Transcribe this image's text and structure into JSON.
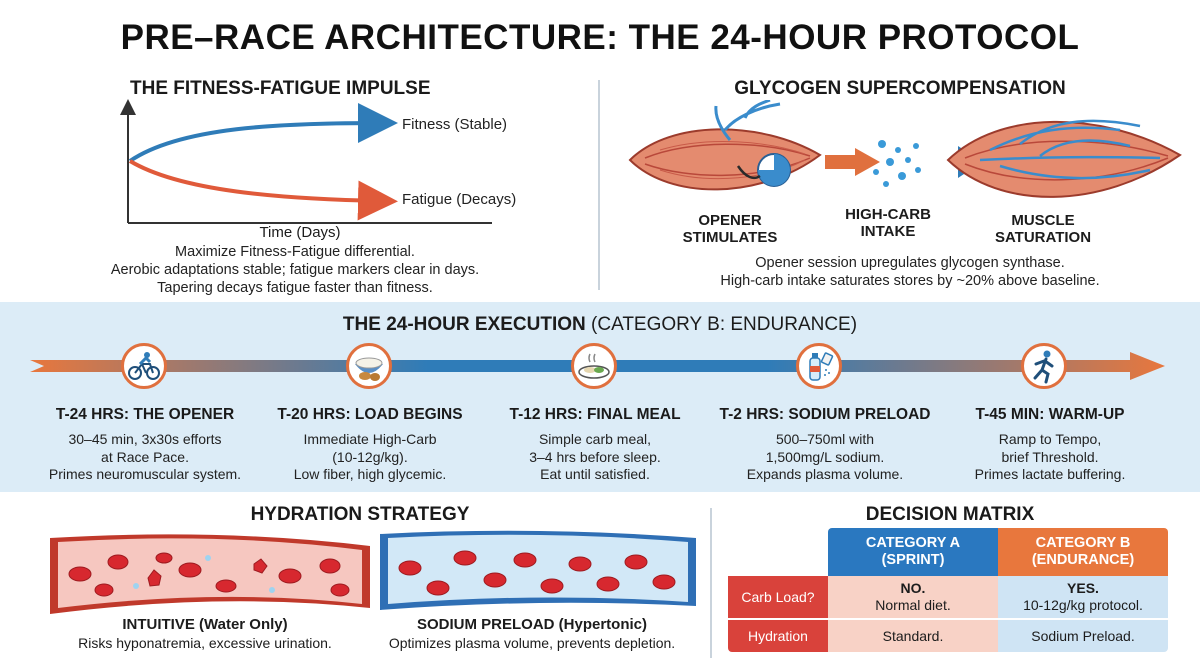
{
  "title": "PRE–RACE ARCHITECTURE: THE 24-HOUR PROTOCOL",
  "fitness_fatigue": {
    "title": "THE FITNESS-FATIGUE IMPULSE",
    "fitness_label": "Fitness (Stable)",
    "fatigue_label": "Fatigue (Decays)",
    "xlabel": "Time (Days)",
    "caption": [
      "Maximize Fitness-Fatigue differential.",
      "Aerobic adaptations stable; fatigue markers clear in days.",
      "Tapering decays fatigue faster than fitness."
    ],
    "colors": {
      "fitness": "#2f7cb8",
      "fatigue": "#e05a3a"
    }
  },
  "glycogen": {
    "title": "GLYCOGEN SUPERCOMPENSATION",
    "labels": [
      [
        "OPENER",
        "STIMULATES"
      ],
      [
        "HIGH-CARB",
        "INTAKE"
      ],
      [
        "MUSCLE",
        "SATURATION"
      ]
    ],
    "caption": [
      "Opener session upregulates glycogen synthase.",
      "High-carb intake saturates stores by ~20% above baseline."
    ]
  },
  "execution": {
    "title_bold": "THE 24-HOUR EXECUTION",
    "title_light": "(CATEGORY B: ENDURANCE)",
    "steps": [
      {
        "title": "T-24 HRS: THE OPENER",
        "icon": "cyclist-icon",
        "lines": [
          "30–45 min, 3x30s efforts",
          "at Race Pace.",
          "Primes neuromuscular system."
        ]
      },
      {
        "title": "T-20 HRS: LOAD BEGINS",
        "icon": "rice-potato-icon",
        "lines": [
          "Immediate High-Carb",
          "(10-12g/kg).",
          "Low fiber, high glycemic."
        ]
      },
      {
        "title": "T-12 HRS: FINAL MEAL",
        "icon": "meal-plate-icon",
        "lines": [
          "Simple carb meal,",
          "3–4 hrs before sleep.",
          "Eat until satisfied."
        ]
      },
      {
        "title": "T-2 HRS: SODIUM PRELOAD",
        "icon": "bottle-salt-icon",
        "lines": [
          "500–750ml with",
          "1,500mg/L sodium.",
          "Expands plasma volume."
        ]
      },
      {
        "title": "T-45 MIN: WARM-UP",
        "icon": "runner-icon",
        "lines": [
          "Ramp to Tempo,",
          "brief Threshold.",
          "Primes lactate buffering."
        ]
      }
    ]
  },
  "hydration": {
    "title": "HYDRATION STRATEGY",
    "options": [
      {
        "title": "INTUITIVE (Water Only)",
        "desc": "Risks hyponatremia, excessive urination."
      },
      {
        "title": "SODIUM PRELOAD (Hypertonic)",
        "desc": "Optimizes plasma volume, prevents depletion."
      }
    ]
  },
  "matrix": {
    "title": "DECISION MATRIX",
    "col_a": [
      "CATEGORY A",
      "(SPRINT)"
    ],
    "col_b": [
      "CATEGORY B",
      "(ENDURANCE)"
    ],
    "rows": [
      {
        "label": "Carb Load?",
        "a_bold": "NO.",
        "a": "Normal diet.",
        "b_bold": "YES.",
        "b": "10-12g/kg protocol."
      },
      {
        "label": "Hydration",
        "a_bold": "",
        "a": "Standard.",
        "b_bold": "",
        "b": "Sodium Preload."
      }
    ],
    "colors": {
      "a_header": "#2a78c0",
      "b_header": "#e8773d",
      "row_label": "#d9423b"
    }
  }
}
